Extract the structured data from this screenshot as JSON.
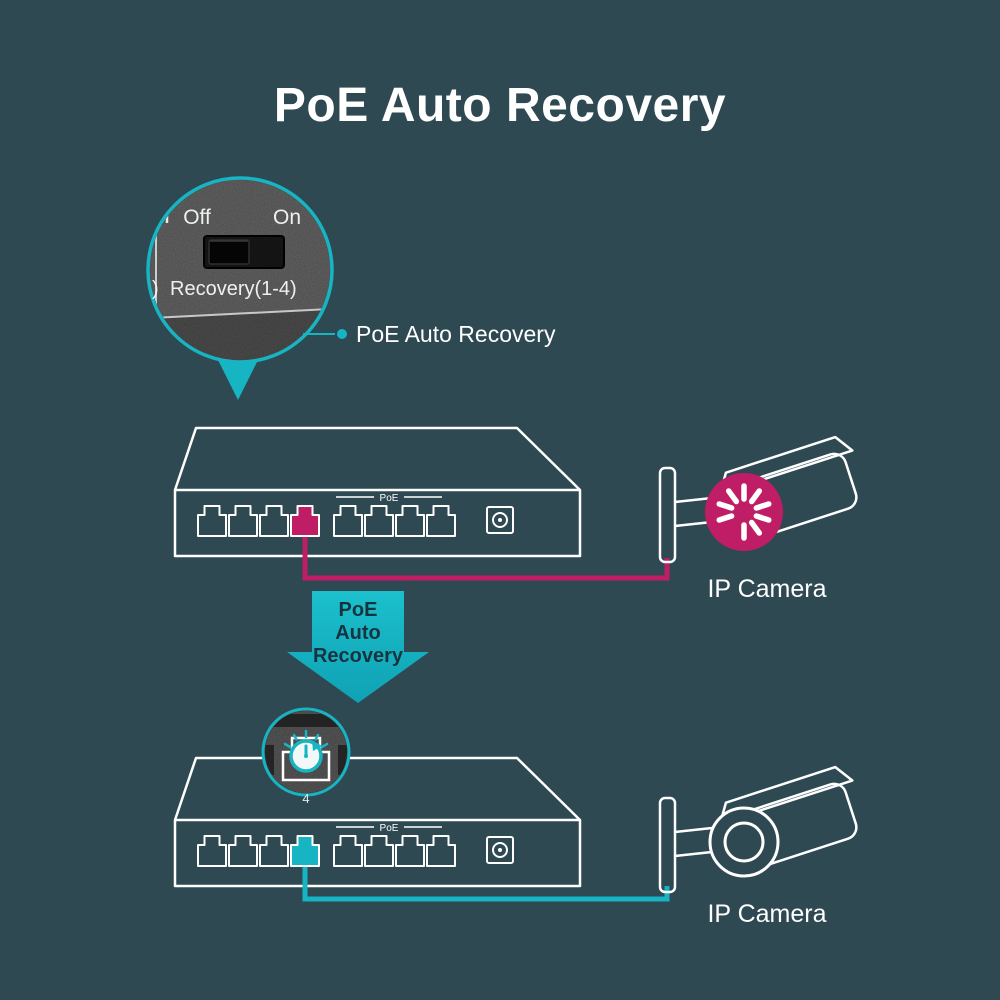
{
  "title": "PoE Auto Recovery",
  "colors": {
    "background": "#2e4952",
    "teal": "#17b4c4",
    "magenta": "#c01d67",
    "white": "#ffffff",
    "arrow_text": "#16343f"
  },
  "inset_switch": {
    "partial_left": ")",
    "off_label": "Off",
    "on_label": "On",
    "recovery_label": "Recovery(1-4)"
  },
  "callout": {
    "label": "PoE Auto Recovery"
  },
  "switch_top": {
    "poe_label": "PoE"
  },
  "switch_bottom": {
    "poe_label": "PoE"
  },
  "recovery_arrow": {
    "line1": "PoE",
    "line2": "Auto",
    "line3": "Recovery"
  },
  "inset_port": {
    "port_number": "4"
  },
  "camera_top": {
    "label": "IP Camera"
  },
  "camera_bottom": {
    "label": "IP Camera"
  }
}
